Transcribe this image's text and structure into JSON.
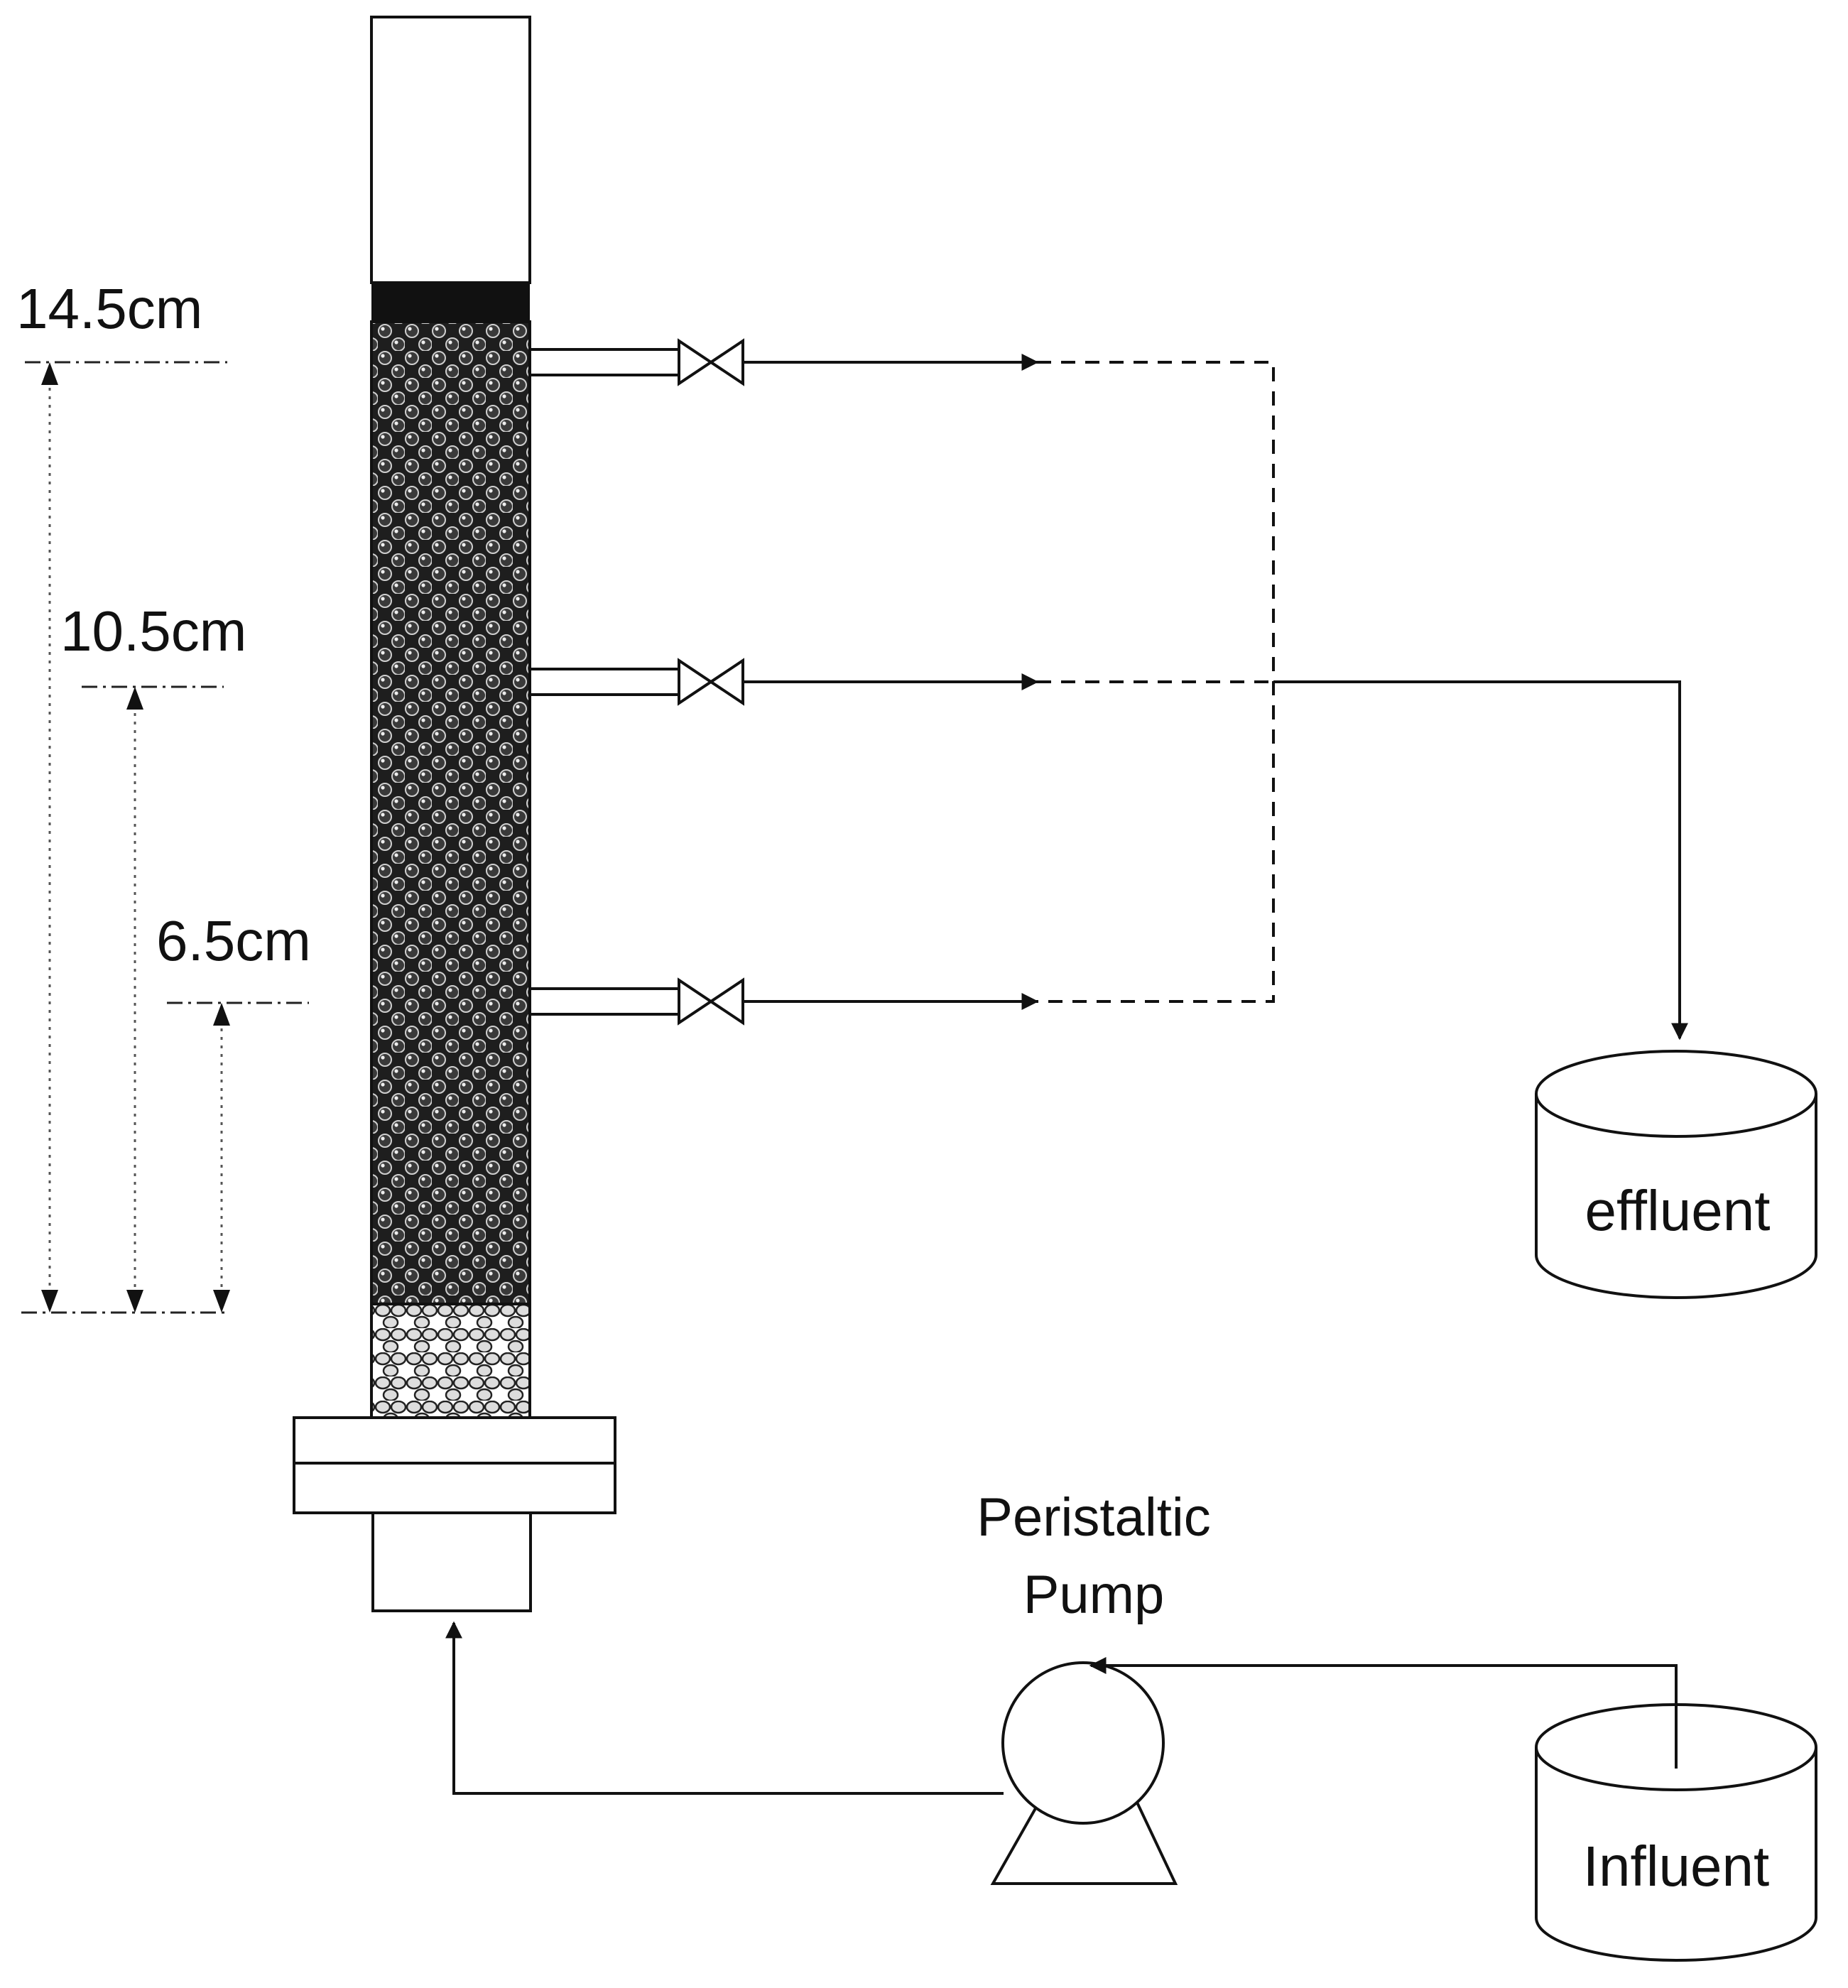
{
  "labels": {
    "height_top": "14.5cm",
    "height_mid": "10.5cm",
    "height_low": "6.5cm",
    "pump_line1": "Peristaltic",
    "pump_line2": "Pump",
    "effluent": "effluent",
    "influent": "Influent"
  },
  "sampling_ports": [
    {
      "name": "sampling-port-top",
      "height_cm": 14.5
    },
    {
      "name": "sampling-port-middle",
      "height_cm": 10.5
    },
    {
      "name": "sampling-port-bottom",
      "height_cm": 6.5
    }
  ],
  "colors": {
    "line": "#111111",
    "background": "#ffffff",
    "packing_dark": "#222222",
    "packing_light": "#bbbbbb"
  },
  "icons": {
    "valve": "bowtie-valve-icon",
    "pump": "peristaltic-pump-icon",
    "tank": "cylinder-tank-icon"
  }
}
